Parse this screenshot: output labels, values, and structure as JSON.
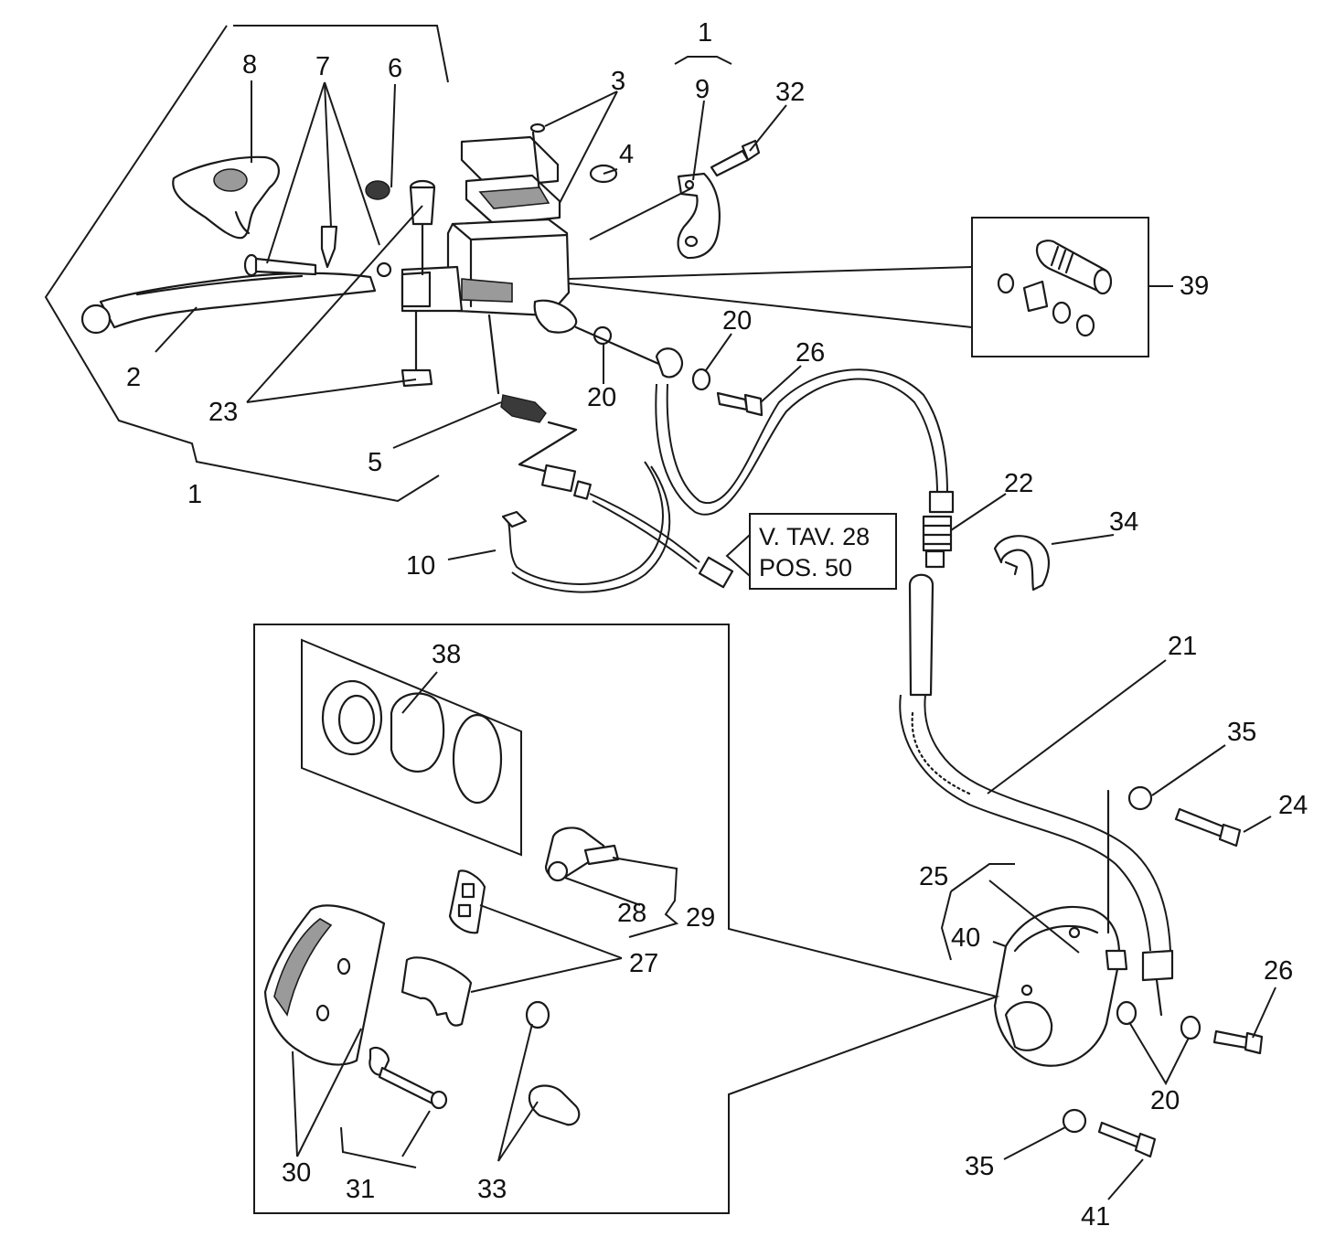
{
  "callouts": {
    "c1": "1",
    "c2": "2",
    "c3": "3",
    "c4": "4",
    "c5": "5",
    "c6": "6",
    "c7": "7",
    "c8": "8",
    "c9": "9",
    "c10": "10",
    "c20": "20",
    "c21": "21",
    "c22": "22",
    "c23": "23",
    "c24": "24",
    "c25": "25",
    "c26": "26",
    "c27": "27",
    "c28": "28",
    "c29": "29",
    "c30": "30",
    "c31": "31",
    "c32": "32",
    "c33": "33",
    "c34": "34",
    "c35": "35",
    "c38": "38",
    "c39": "39",
    "c40": "40",
    "c41": "41"
  },
  "reference_note": {
    "line1": "V. TAV. 28",
    "line2": "POS. 50"
  }
}
